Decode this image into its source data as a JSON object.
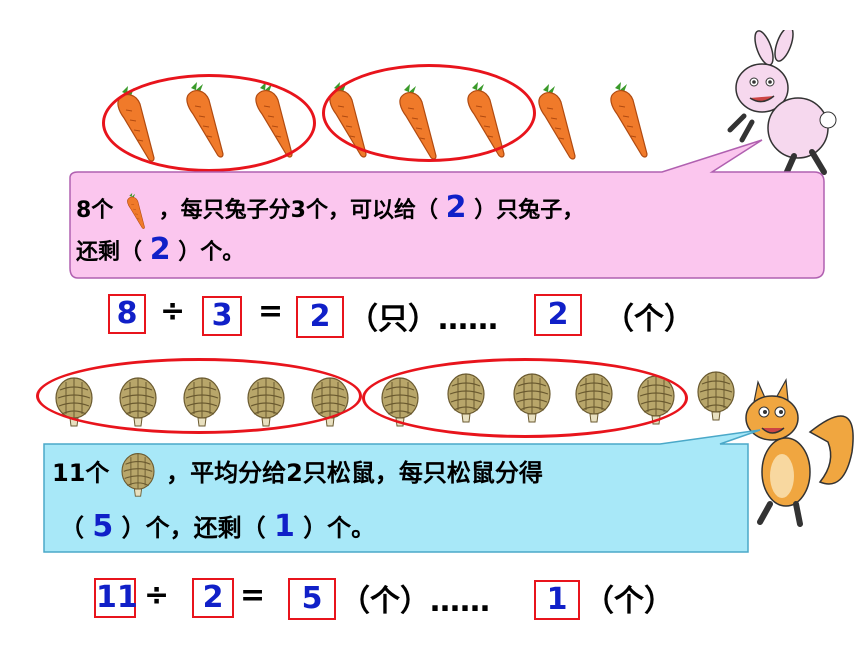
{
  "problem1": {
    "text_part1": "8个",
    "text_part2": "，每只兔子分3个，可以给（",
    "ans1": "2",
    "text_part3": "）只兔子，",
    "text_part4": "还剩（",
    "ans2": "2",
    "text_part5": "）个。"
  },
  "equation1": {
    "dividend": "8",
    "op": "÷",
    "divisor": "3",
    "eq": "=",
    "quotient": "2",
    "unit1": "（只）……",
    "remainder": "2",
    "unit2": "（个）"
  },
  "problem2": {
    "text_part1": "11个",
    "text_part2": "，平均分给2只松鼠，每只松鼠分得",
    "text_part3": "（",
    "ans1": "5",
    "text_part4": "）个，还剩（",
    "ans2": "1",
    "text_part5": "）个。"
  },
  "equation2": {
    "dividend": "11",
    "op": "÷",
    "divisor": "2",
    "eq": "=",
    "quotient": "5",
    "unit1": "（个）……",
    "remainder": "1",
    "unit2": "（个）"
  },
  "colors": {
    "carrot": "#f07a2a",
    "circle": "#e8141c",
    "bubble_pink": "#fbc6ee",
    "bubble_blue": "#a8e8f8",
    "answer_blue": "#1020c8"
  }
}
